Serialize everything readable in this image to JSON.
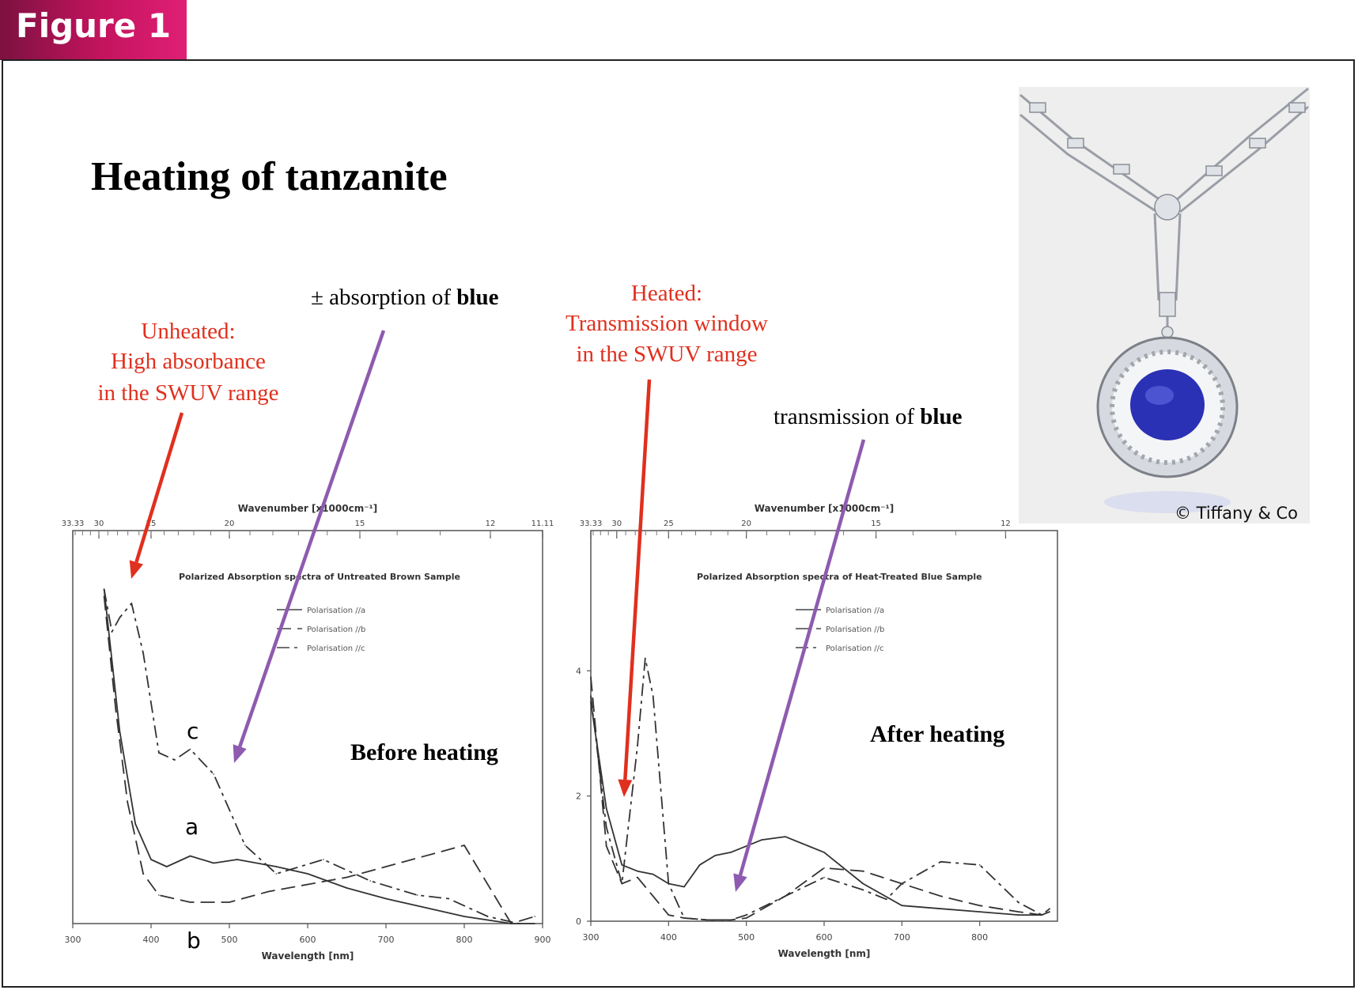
{
  "figure_tab": "Figure 1",
  "title": "Heating of tanzanite",
  "photo": {
    "credit": "© Tiffany & Co",
    "gem_color": "#2a31b5"
  },
  "annotations": {
    "unheated": [
      "Unheated:",
      "High absorbance",
      "in the SWUV range"
    ],
    "heated": [
      "Heated:",
      "Transmission window",
      "in the SWUV range"
    ],
    "absorption_blue_prefix": "± absorption of ",
    "absorption_blue_bold": "blue",
    "transmission_blue_prefix": "transmission of ",
    "transmission_blue_bold": "blue",
    "before_heating": "Before heating",
    "after_heating": "After heating",
    "label_a": "a",
    "label_b": "b",
    "label_c": "c"
  },
  "colors": {
    "red_text": "#e0301e",
    "arrow_red": "#e0301e",
    "arrow_purple": "#8e5bb0"
  },
  "chart_data": [
    {
      "type": "line",
      "title": "Polarized Absorption spectra of Untreated Brown Sample",
      "xlabel": "Wavelength [nm]",
      "top_axis_label": "Wavenumber [x1000cm⁻¹]",
      "xlim": [
        300,
        900
      ],
      "xticks": [
        "300",
        "400",
        "500",
        "600",
        "700",
        "800",
        "900"
      ],
      "top_ticks": [
        "33.33",
        "30",
        "25",
        "20",
        "15",
        "12",
        "11.11"
      ],
      "legend": [
        "Polarisation //a",
        "Polarisation //b",
        "Polarisation //c"
      ],
      "series": [
        {
          "name": "Polarisation //a",
          "x": [
            340,
            360,
            380,
            400,
            420,
            450,
            480,
            510,
            560,
            600,
            650,
            700,
            800,
            860,
            890
          ],
          "y": [
            6.2,
            4.2,
            2.9,
            2.4,
            2.3,
            2.45,
            2.35,
            2.4,
            2.3,
            2.2,
            2.0,
            1.85,
            1.6,
            1.5,
            1.5
          ]
        },
        {
          "name": "Polarisation //b",
          "x": [
            340,
            355,
            370,
            390,
            410,
            450,
            500,
            550,
            600,
            650,
            700,
            800,
            860,
            890
          ],
          "y": [
            6.1,
            4.5,
            3.2,
            2.2,
            1.9,
            1.8,
            1.8,
            1.95,
            2.05,
            2.15,
            2.3,
            2.6,
            1.5,
            1.6
          ]
        },
        {
          "name": "Polarisation //c",
          "x": [
            340,
            350,
            360,
            375,
            390,
            410,
            430,
            450,
            480,
            520,
            560,
            620,
            680,
            740,
            780,
            830,
            870
          ],
          "y": [
            6.2,
            5.6,
            5.8,
            6.0,
            5.3,
            3.9,
            3.8,
            3.95,
            3.6,
            2.6,
            2.2,
            2.4,
            2.1,
            1.9,
            1.85,
            1.6,
            1.5
          ]
        }
      ]
    },
    {
      "type": "line",
      "title": "Polarized Absorption spectra of Heat-Treated Blue Sample",
      "xlabel": "Wavelength [nm]",
      "top_axis_label": "Wavenumber [x1000cm⁻¹]",
      "xlim": [
        300,
        900
      ],
      "ylim": [
        0,
        6
      ],
      "xticks": [
        "300",
        "400",
        "500",
        "600",
        "700",
        "800"
      ],
      "yticks": [
        "0",
        "2",
        "4"
      ],
      "top_ticks": [
        "33.33",
        "30",
        "25",
        "20",
        "15",
        "12"
      ],
      "legend": [
        "Polarisation //a",
        "Polarisation //b",
        "Polarisation //c"
      ],
      "series": [
        {
          "name": "Polarisation //a",
          "x": [
            300,
            320,
            340,
            360,
            380,
            400,
            420,
            440,
            460,
            480,
            520,
            550,
            580,
            600,
            650,
            700,
            750,
            800,
            850,
            880,
            890
          ],
          "y": [
            3.5,
            1.8,
            0.9,
            0.8,
            0.75,
            0.6,
            0.55,
            0.9,
            1.05,
            1.1,
            1.3,
            1.35,
            1.2,
            1.1,
            0.6,
            0.25,
            0.2,
            0.15,
            0.1,
            0.1,
            0.15
          ]
        },
        {
          "name": "Polarisation //b",
          "x": [
            300,
            320,
            340,
            360,
            380,
            400,
            420,
            450,
            480,
            500,
            550,
            600,
            650,
            700,
            750,
            800,
            850,
            880,
            890
          ],
          "y": [
            3.9,
            1.2,
            0.6,
            0.7,
            0.4,
            0.1,
            0.05,
            0.02,
            0.02,
            0.05,
            0.4,
            0.85,
            0.8,
            0.6,
            0.4,
            0.25,
            0.15,
            0.1,
            0.15
          ]
        },
        {
          "name": "Polarisation //c",
          "x": [
            300,
            320,
            340,
            360,
            370,
            380,
            400,
            420,
            450,
            480,
            500,
            550,
            600,
            650,
            680,
            700,
            750,
            800,
            850,
            880,
            890
          ],
          "y": [
            3.6,
            1.5,
            0.6,
            2.8,
            4.2,
            3.6,
            0.6,
            0.05,
            0.02,
            0.02,
            0.1,
            0.4,
            0.7,
            0.5,
            0.35,
            0.6,
            0.95,
            0.9,
            0.3,
            0.1,
            0.2
          ]
        }
      ]
    }
  ]
}
